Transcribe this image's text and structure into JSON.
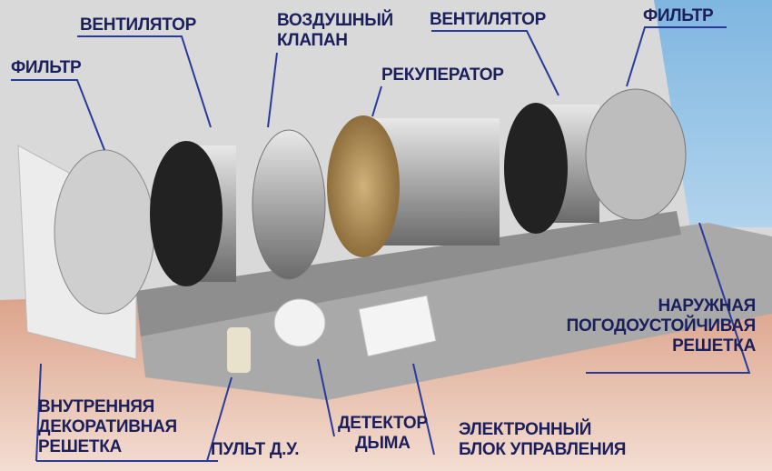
{
  "labels": {
    "filter_left": "ФИЛЬТР",
    "fan_left": "ВЕНТИЛЯТОР",
    "air_valve": [
      "ВОЗДУШНЫЙ",
      "КЛАПАН"
    ],
    "recuperator": "РЕКУПЕРАТОР",
    "fan_right": "ВЕНТИЛЯТОР",
    "filter_right": "ФИЛЬТР",
    "outer_grille": [
      "НАРУЖНАЯ",
      "ПОГОДОУСТОЙЧИВАЯ",
      "РЕШЕТКА"
    ],
    "inner_grille": [
      "ВНУТРЕННЯЯ",
      "ДЕКОРАТИВНАЯ",
      "РЕШЕТКА"
    ],
    "remote": "ПУЛЬТ Д.У.",
    "smoke_detector": [
      "ДЕТЕКТОР",
      "ДЫМА"
    ],
    "control_unit": [
      "ЭЛЕКТРОННЫЙ",
      "БЛОК УПРАВЛЕНИЯ"
    ]
  },
  "colors": {
    "label": "#1b1f5c",
    "leader": "#2a3a9a",
    "sky": "#9ccbea",
    "brick": "#d9a48a"
  }
}
